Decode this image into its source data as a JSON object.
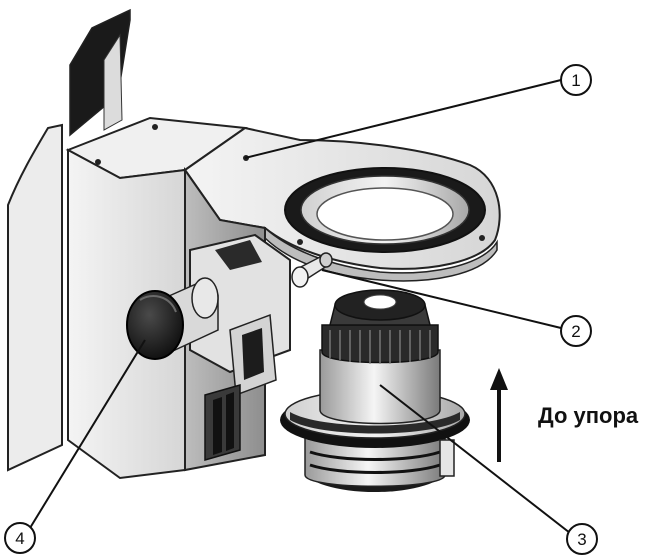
{
  "figure": {
    "callouts": [
      {
        "id": "1",
        "label": "1"
      },
      {
        "id": "2",
        "label": "2"
      },
      {
        "id": "3",
        "label": "3"
      },
      {
        "id": "4",
        "label": "4"
      }
    ],
    "arrow_label": "До упора"
  },
  "colors": {
    "ink": "#111111",
    "metal_light": "#eeeeee",
    "metal_mid": "#c8c8c8",
    "metal_dark": "#8a8a8a",
    "black": "#151515"
  }
}
